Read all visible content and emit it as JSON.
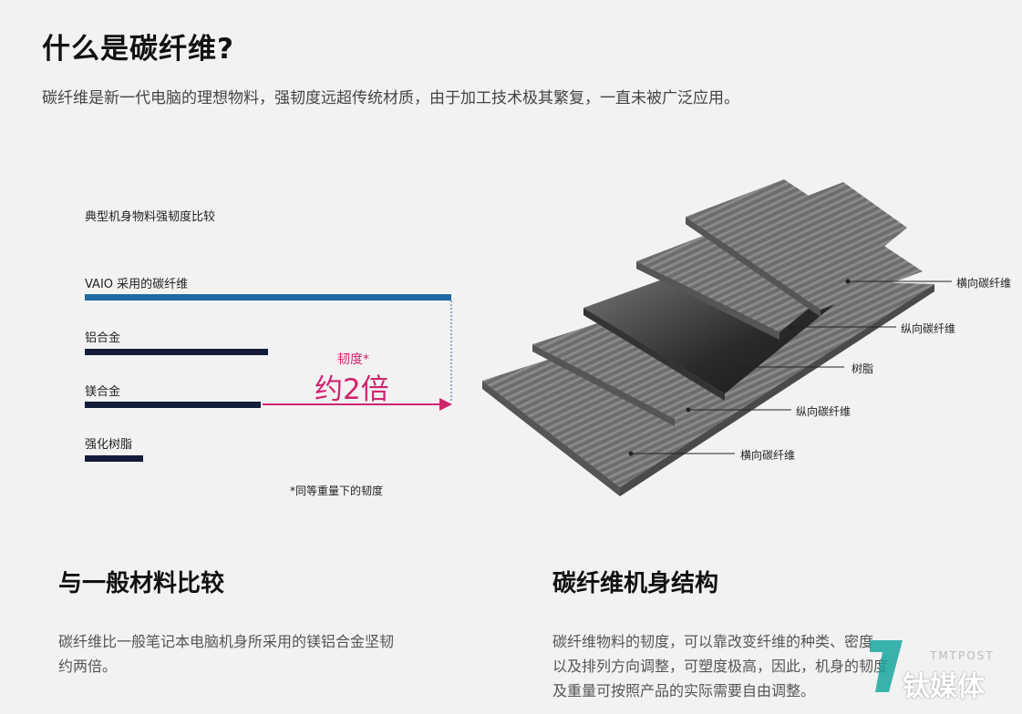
{
  "header": {
    "title": "什么是碳纤维?",
    "intro": "碳纤维是新一代电脑的理想物料，强韧度远超传统材质，由于加工技术极其繁复，一直未被广泛应用。"
  },
  "chart_data": {
    "type": "bar",
    "title": "典型机身物料强韧度比较",
    "orientation": "horizontal",
    "categories": [
      "VAIO 采用的碳纤维",
      "铝合金",
      "镁合金",
      "强化树脂"
    ],
    "values": [
      2.0,
      1.0,
      0.96,
      0.32
    ],
    "colors": [
      "#1e6aa4",
      "#141c3c",
      "#141c3c",
      "#141c3c"
    ],
    "annotation_top": "韧度*",
    "annotation_main": "约2倍",
    "annotation_color": "#d0246e",
    "footnote": "*同等重量下的韧度"
  },
  "diagram": {
    "callouts": [
      "横向碳纤维",
      "纵向碳纤维",
      "树脂",
      "纵向碳纤维",
      "横向碳纤维"
    ]
  },
  "sections": [
    {
      "title": "与一般材料比较",
      "lines": [
        "碳纤维比一般笔记本电脑机身所采用的镁铝合金坚韧",
        "约两倍。"
      ]
    },
    {
      "title": "碳纤维机身结构",
      "lines": [
        "碳纤维物料的韧度，可以靠改变纤维的种类、密度",
        "以及排列方向调整，可塑度极高，因此，机身的韧度",
        "及重量可按照产品的实际需要自由调整。"
      ]
    }
  ],
  "watermark": {
    "brand_en": "TMTPOST",
    "brand_cn": "钛媒体",
    "accent": "#19a7a0"
  }
}
